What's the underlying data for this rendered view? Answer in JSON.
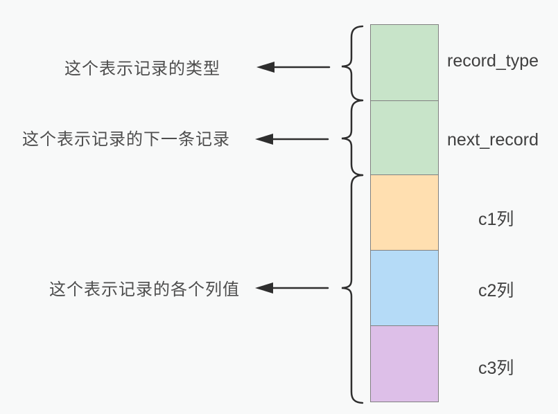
{
  "diagram": {
    "title_semantic": "record structure diagram",
    "annotations": [
      {
        "text": "这个表示记录的类型"
      },
      {
        "text": "这个表示记录的下一条记录"
      },
      {
        "text": "这个表示记录的各个列值"
      }
    ],
    "blocks": [
      {
        "label": "record_type",
        "color": "#c8e4c9"
      },
      {
        "label": "next_record",
        "color": "#c8e4c9"
      },
      {
        "label": "c1列",
        "color": "#ffdfb0"
      },
      {
        "label": "c2列",
        "color": "#b5dbf7"
      },
      {
        "label": "c3列",
        "color": "#ddbfe8"
      }
    ],
    "colors": {
      "background": "#f8f9f9",
      "block_border": "#808080",
      "line": "#2e2e2e",
      "annotation_text": "#4d4d4d",
      "label_text": "#3f3f3f"
    }
  }
}
